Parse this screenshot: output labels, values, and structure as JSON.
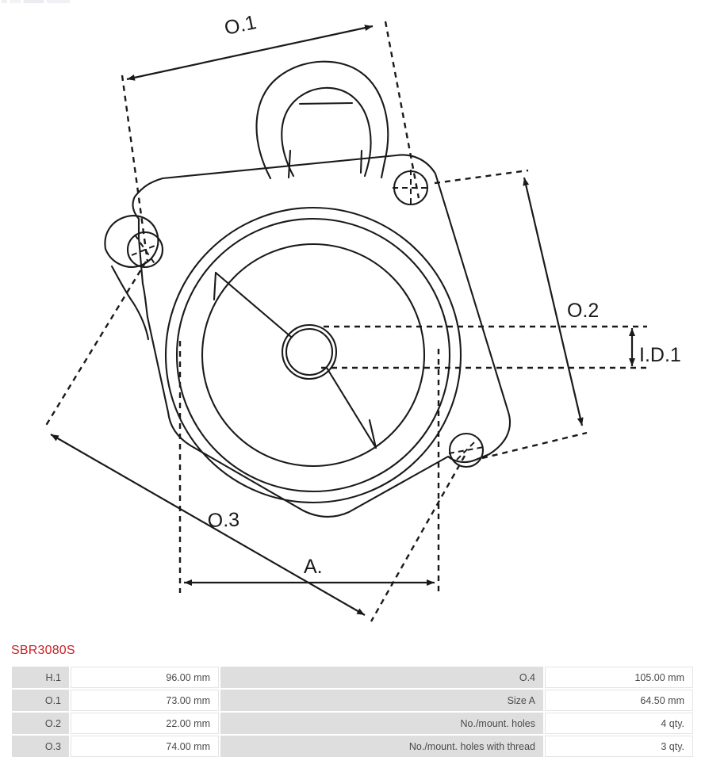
{
  "part": {
    "number": "SBR3080S"
  },
  "drawing": {
    "labels": {
      "o1": "O.1",
      "o2": "O.2",
      "o3": "O.3",
      "id1": "I.D.1",
      "a": "A."
    }
  },
  "spec_table": {
    "rows": [
      {
        "left_label": "H.1",
        "left_value": "96.00 mm",
        "right_label": "O.4",
        "right_value": "105.00 mm"
      },
      {
        "left_label": "O.1",
        "left_value": "73.00 mm",
        "right_label": "Size A",
        "right_value": "64.50 mm"
      },
      {
        "left_label": "O.2",
        "left_value": "22.00 mm",
        "right_label": "No./mount. holes",
        "right_value": "4 qty."
      },
      {
        "left_label": "O.3",
        "left_value": "74.00 mm",
        "right_label": "No./mount. holes with thread",
        "right_value": "3 qty."
      }
    ]
  },
  "colors": {
    "part_number": "#cc2027",
    "label_cell_bg": "#dedede",
    "value_cell_bg": "#ffffff",
    "line": "#1a1a1a"
  }
}
